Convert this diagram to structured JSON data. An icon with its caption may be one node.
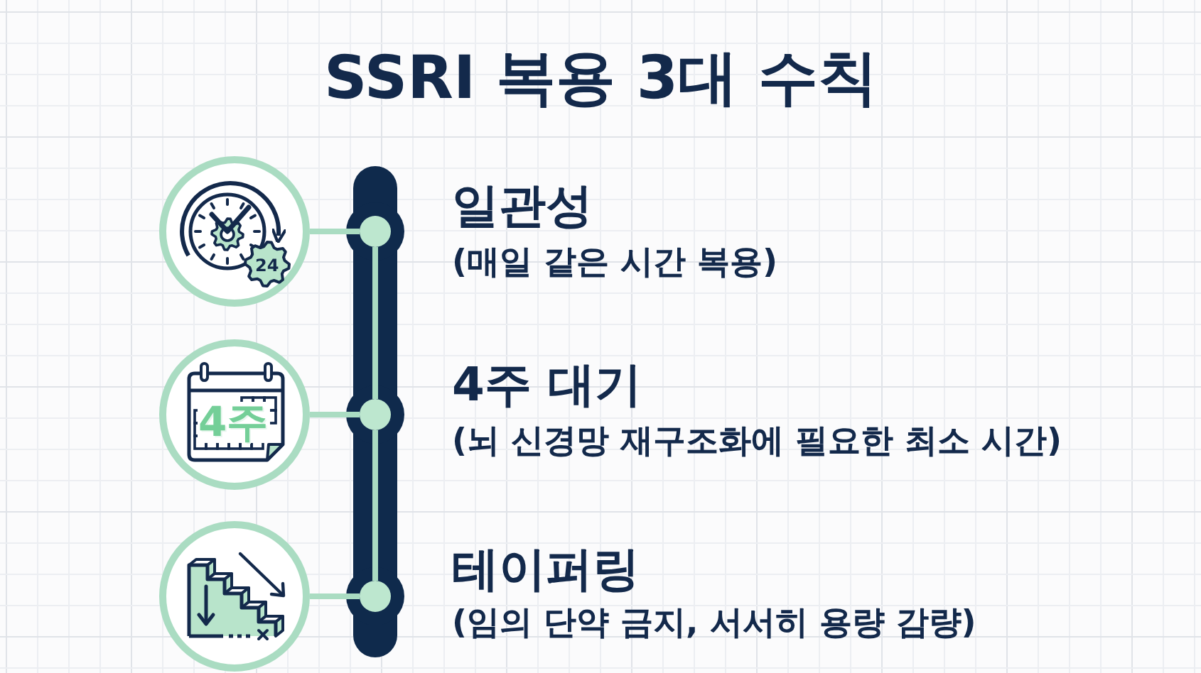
{
  "diagram": {
    "title": "SSRI 복용 3대 수칙",
    "nodes": [
      {
        "text": [
          "24"
        ]
      },
      {
        "text": [],
        "shape": "circle",
        "beside": [
          "일관성",
          "(매일 같은 시간 복용)"
        ]
      },
      {
        "text": [
          "4주"
        ]
      },
      {
        "text": [],
        "shape": "circle",
        "beside": [
          "4주 대기",
          "(뇌 신경망 재구조화에 필요한 최소 시간)"
        ]
      },
      {
        "text": [],
        "shape": "picture"
      },
      {
        "text": [],
        "shape": "circle",
        "beside": [
          "테이퍼링",
          "(임의 단약 금지, 서서히 용량 감량)"
        ]
      }
    ],
    "edges": [
      {
        "from": 0,
        "to": 1,
        "arrow": "none"
      },
      {
        "from": 2,
        "to": 3,
        "arrow": "none"
      },
      {
        "from": 4,
        "to": 5,
        "arrow": "none"
      },
      {
        "from": 1,
        "to": 3,
        "arrow": "none"
      },
      {
        "from": 3,
        "to": 5,
        "arrow": "none"
      }
    ]
  }
}
